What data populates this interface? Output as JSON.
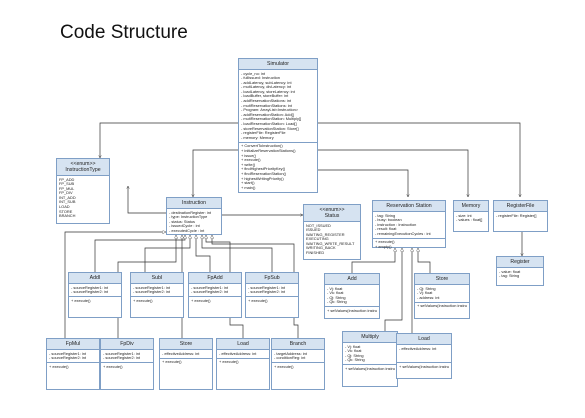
{
  "title": "Code Structure",
  "classes": {
    "simulator": {
      "name": "Simulator",
      "fields": [
        "- cycle_no: int",
        "- fullIssued: Instruction",
        "- addLatency, subLatency: int",
        "- multLatency, divLatency: int",
        "- loadLatency, storeLatency: int",
        "- loadBuffer, storeBuffer: int",
        "- addReservationStations: int",
        "- multReservationStations: int",
        "- Program: ArrayList<Instruction>",
        "- addReservationStation: Add[]",
        "- multReservationStation: Multiply[]",
        "- loadReservationStation: Load[]",
        "- storeReservationStation: Store[]",
        "- registerFile: RegisterFile",
        "- memory: Memory"
      ],
      "methods": [
        "+ ConvertToInstruction()",
        "+ initializeReservationStations()",
        "+ issue()",
        "+ execute()",
        "+ write()",
        "+ findHighestPriorityKey()",
        "+ findReservationStation()",
        "+ highestWritingPriority()",
        "+ start()",
        "+ main()"
      ]
    },
    "instruction_type": {
      "stereotype": "<<enum>>",
      "name": "InstructionType",
      "values": [
        "FP_ADD",
        "FP_SUB",
        "FP_MUL",
        "FP_DIV",
        "INT_ADD",
        "INT_SUB",
        "LOAD",
        "STORE",
        "BRANCH"
      ]
    },
    "instruction": {
      "name": "Instruction",
      "fields": [
        "- destinationRegister: int",
        "- type: InstructionType",
        "- status: Status",
        "- issuedCycle : int",
        "- executedCycle : int"
      ],
      "methods": []
    },
    "status": {
      "stereotype": "<<enum>>",
      "name": "Status",
      "values": [
        "NOT_ISSUED",
        "ISSUED",
        "WAITING_REGISTER",
        "EXECUTING",
        "WAITING_WRITE_RESULT",
        "WRITING_BACK",
        "FINISHED"
      ]
    },
    "reservation_station": {
      "name": "Reservation Station",
      "fields": [
        "- tag: String",
        "- busy: boolean",
        "- instruction : Instruction",
        "- result: float",
        "- remainingExecutionCycles : int"
      ],
      "methods": [
        "+ execute()",
        "+ empty()"
      ]
    },
    "memory": {
      "name": "Memory",
      "fields": [
        "- size: int",
        "- values : float[]"
      ],
      "methods": []
    },
    "register_file": {
      "name": "RegisterFile",
      "fields": [
        "- registerFile: Register[]"
      ],
      "methods": []
    },
    "register": {
      "name": "Register",
      "fields": [
        "- value: float",
        "- tag: String"
      ],
      "methods": []
    },
    "addi": {
      "name": "AddI",
      "fields": [
        "- sourceRegister1: int",
        "- sourceRegister2: int"
      ],
      "methods": [
        "+ execute()"
      ]
    },
    "subi": {
      "name": "SubI",
      "fields": [
        "- sourceRegister1: int",
        "- sourceRegister2: int"
      ],
      "methods": [
        "+ execute()"
      ]
    },
    "fpadd": {
      "name": "FpAdd",
      "fields": [
        "- sourceRegister1: int",
        "- sourceRegister2: int"
      ],
      "methods": [
        "+ execute()"
      ]
    },
    "fpsub": {
      "name": "FpSub",
      "fields": [
        "- sourceRegister1: int",
        "- sourceRegister2: int"
      ],
      "methods": [
        "+ execute()"
      ]
    },
    "fpmul": {
      "name": "FpMul",
      "fields": [
        "- sourceRegister1: int",
        "- sourceRegister2: int"
      ],
      "methods": [
        "+ execute()"
      ]
    },
    "fpdiv": {
      "name": "FpDiv",
      "fields": [
        "- sourceRegister1: int",
        "- sourceRegister2: int"
      ],
      "methods": [
        "+ execute()"
      ]
    },
    "store_instr": {
      "name": "Store",
      "fields": [
        "- effectiveAddress: int"
      ],
      "methods": [
        "+ execute()"
      ]
    },
    "load_instr": {
      "name": "Load",
      "fields": [
        "- effectiveAddress: int"
      ],
      "methods": [
        "+ execute()"
      ]
    },
    "branch": {
      "name": "Branch",
      "fields": [
        "- targetAddress: int",
        "- conditionReg: int"
      ],
      "methods": [
        "+ execute()"
      ]
    },
    "add_rs": {
      "name": "Add",
      "fields": [
        "- Vj: float",
        "- Vk: float",
        "- Qj: String",
        "- Qk: String"
      ],
      "methods": [
        "+ setValues(Instruction instruction)"
      ]
    },
    "store_rs": {
      "name": "Store",
      "fields": [
        "- Qj: String",
        "- Vj: float",
        "- address: int"
      ],
      "methods": [
        "+ setValues(Instruction instruction)"
      ]
    },
    "multiply_rs": {
      "name": "Multiply",
      "fields": [
        "- Vj: float",
        "- Vk: float",
        "- Qj: String",
        "- Qk: String"
      ],
      "methods": [
        "+ setValues(Instruction instruction)"
      ]
    },
    "load_rs": {
      "name": "Load",
      "fields": [
        "- effectiveAddress: int"
      ],
      "methods": [
        "+ setValues(Instruction instruction)"
      ]
    }
  }
}
